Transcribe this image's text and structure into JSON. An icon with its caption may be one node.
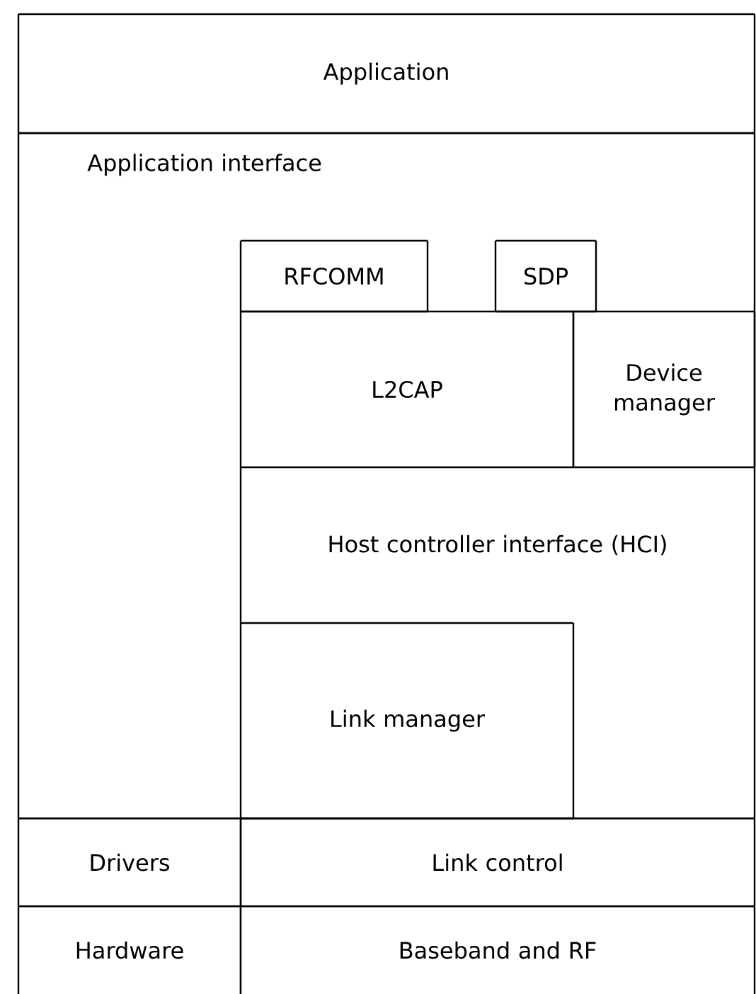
{
  "diagram": {
    "nodes": [
      {
        "text": [
          "Application"
        ]
      },
      {
        "text": [
          "Application interface"
        ]
      },
      {
        "text": [
          "RFCOMM"
        ],
        "in": 1
      },
      {
        "text": [
          "SDP"
        ],
        "in": 1
      },
      {
        "text": [
          "L2CAP"
        ],
        "in": 1
      },
      {
        "text": [
          "Device manager"
        ],
        "in": 1
      },
      {
        "text": [
          "Host controller interface (HCI)"
        ],
        "in": 1
      },
      {
        "text": [
          "Link manager"
        ],
        "in": 1
      },
      {
        "text": [
          "Drivers"
        ]
      },
      {
        "text": [
          "Link control"
        ]
      },
      {
        "text": [
          "Hardware"
        ]
      },
      {
        "text": [
          "Baseband and RF"
        ]
      }
    ]
  }
}
